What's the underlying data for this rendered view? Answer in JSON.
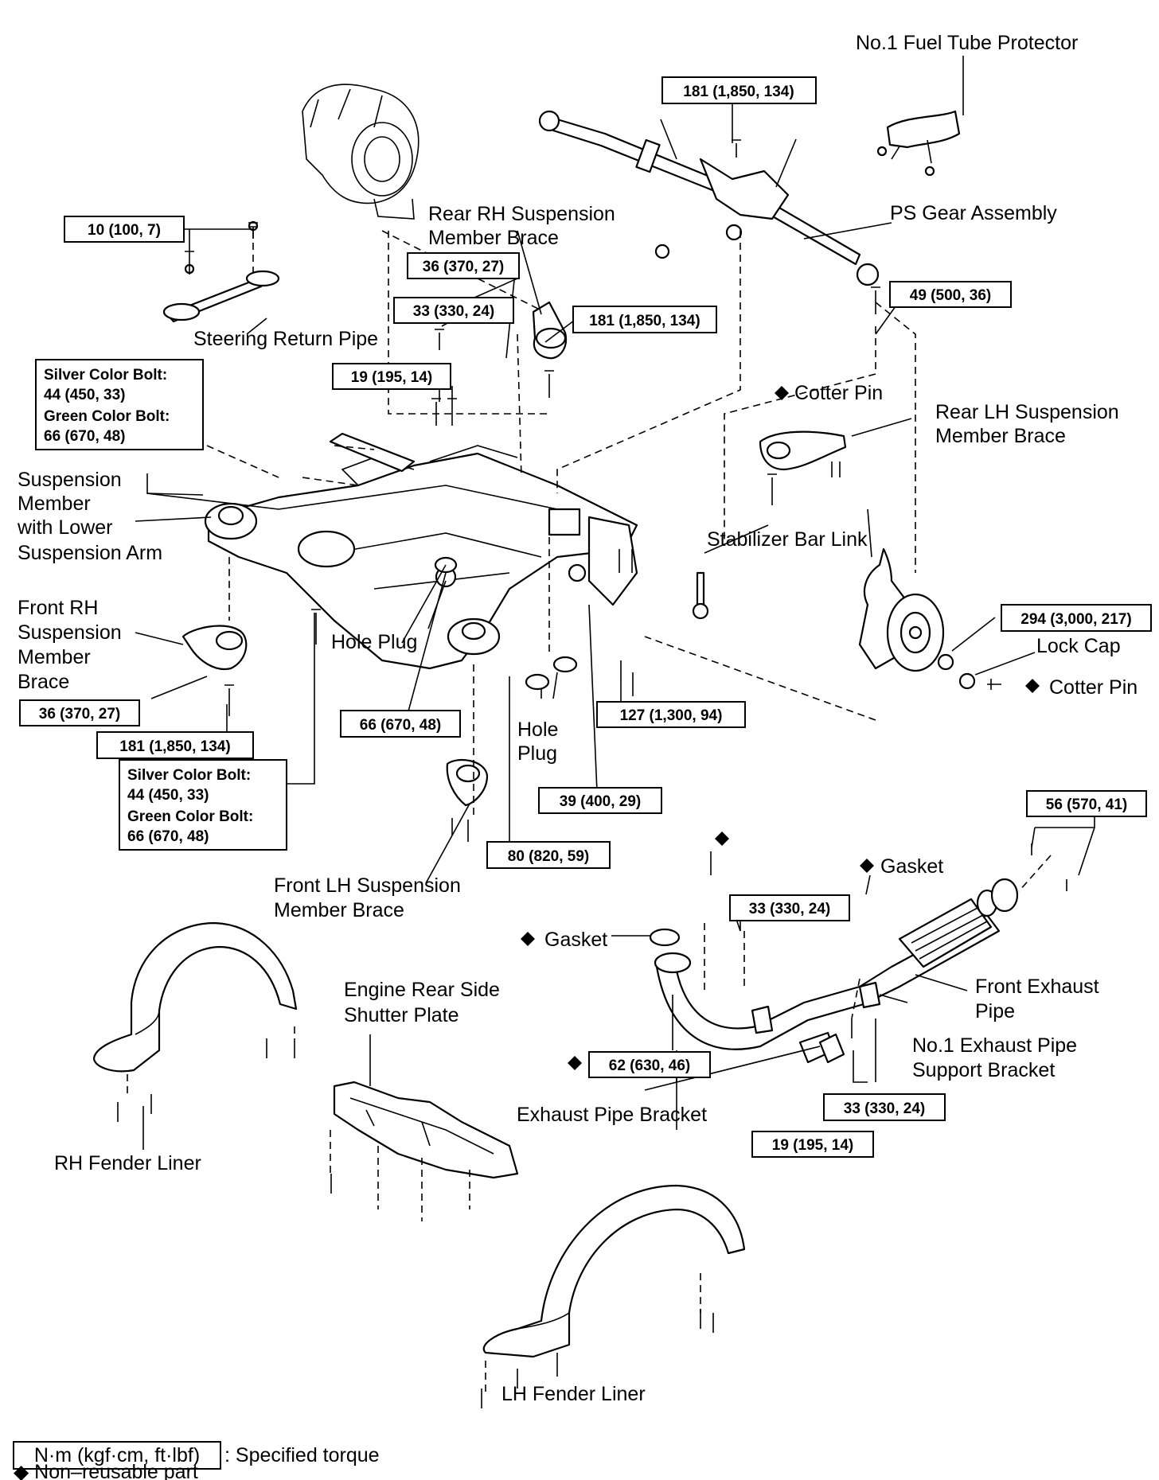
{
  "labels": {
    "fuel_tube_protector": "No.1 Fuel Tube Protector",
    "ps_gear_assembly": "PS Gear Assembly",
    "rear_rh_brace_1": "Rear RH Suspension",
    "rear_rh_brace_2": "Member Brace",
    "steering_return_pipe": "Steering Return Pipe",
    "cotter_pin_top": "Cotter Pin",
    "rear_lh_brace_1": "Rear LH Suspension",
    "rear_lh_brace_2": "Member Brace",
    "susp_member_1": "Suspension",
    "susp_member_2": "Member",
    "susp_member_3": "with Lower",
    "susp_member_4": "Suspension Arm",
    "stabilizer_link": "Stabilizer Bar Link",
    "front_rh_brace_1": "Front RH",
    "front_rh_brace_2": "Suspension",
    "front_rh_brace_3": "Member",
    "front_rh_brace_4": "Brace",
    "hole_plug_1": "Hole Plug",
    "hole_plug_2a": "Hole",
    "hole_plug_2b": "Plug",
    "lock_cap": "Lock Cap",
    "cotter_pin_right": "Cotter Pin",
    "front_lh_brace_1": "Front LH Suspension",
    "front_lh_brace_2": "Member Brace",
    "gasket_top": "Gasket",
    "gasket_left": "Gasket",
    "engine_shutter_1": "Engine Rear Side",
    "engine_shutter_2": "Shutter Plate",
    "front_exhaust_1": "Front Exhaust",
    "front_exhaust_2": "Pipe",
    "exhaust_support_1": "No.1 Exhaust Pipe",
    "exhaust_support_2": "Support Bracket",
    "exhaust_pipe_bracket": "Exhaust Pipe Bracket",
    "rh_fender_liner": "RH Fender Liner",
    "lh_fender_liner": "LH Fender Liner"
  },
  "torques": {
    "t_181_ps": "181 (1,850, 134)",
    "t_10": "10 (100, 7)",
    "t_36_rear": "36 (370, 27)",
    "t_33_rear": "33 (330, 24)",
    "t_181_rear": "181 (1,850, 134)",
    "t_49": "49 (500, 36)",
    "t_19_top": "19 (195, 14)",
    "bolt_silver_top": "Silver Color Bolt:",
    "bolt_silver_top_val": "44 (450, 33)",
    "bolt_green_top": "Green Color Bolt:",
    "bolt_green_top_val": "66 (670, 48)",
    "t_294": "294 (3,000, 217)",
    "t_36_front": "36 (370, 27)",
    "t_181_front": "181 (1,850, 134)",
    "t_66": "66 (670, 48)",
    "t_127": "127 (1,300, 94)",
    "bolt_silver_bot": "Silver Color Bolt:",
    "bolt_silver_bot_val": "44 (450, 33)",
    "bolt_green_bot": "Green Color Bolt:",
    "bolt_green_bot_val": "66 (670, 48)",
    "t_39": "39 (400, 29)",
    "t_80": "80 (820, 59)",
    "t_56": "56 (570, 41)",
    "t_33_exh": "33 (330, 24)",
    "t_62": "62 (630, 46)",
    "t_33_bracket": "33 (330, 24)",
    "t_19_bot": "19 (195, 14)"
  },
  "legend": {
    "unit_box": "N·m (kgf·cm, ft·lbf)",
    "unit_desc": ": Specified torque",
    "nonreusable": "◆ Non–reusable part"
  }
}
